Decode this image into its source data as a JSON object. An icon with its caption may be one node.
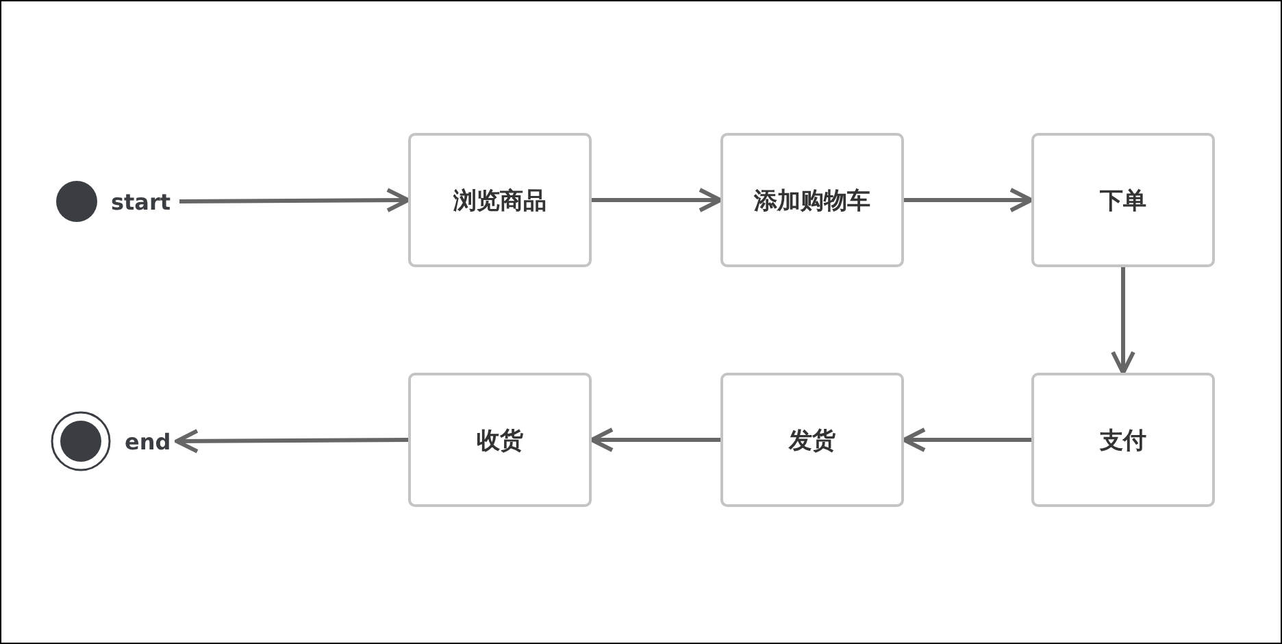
{
  "diagram": {
    "nodes": [
      {
        "text": [],
        "shape": "circle",
        "beside": [
          "start"
        ]
      },
      {
        "text": [
          "浏览商品"
        ]
      },
      {
        "text": [
          "添加购物车"
        ]
      },
      {
        "text": [
          "下单"
        ]
      },
      {
        "text": [
          "支付"
        ]
      },
      {
        "text": [
          "发货"
        ]
      },
      {
        "text": [
          "收货"
        ]
      },
      {
        "text": [],
        "shape": "circle",
        "beside": [
          "end"
        ]
      }
    ],
    "edges": [
      {
        "from": 0,
        "to": 1,
        "arrow": "to"
      },
      {
        "from": 1,
        "to": 2,
        "arrow": "to"
      },
      {
        "from": 2,
        "to": 3,
        "arrow": "to"
      },
      {
        "from": 3,
        "to": 4,
        "arrow": "to"
      },
      {
        "from": 4,
        "to": 5,
        "arrow": "to"
      },
      {
        "from": 5,
        "to": 6,
        "arrow": "to"
      },
      {
        "from": 6,
        "to": 7,
        "arrow": "to"
      }
    ]
  }
}
